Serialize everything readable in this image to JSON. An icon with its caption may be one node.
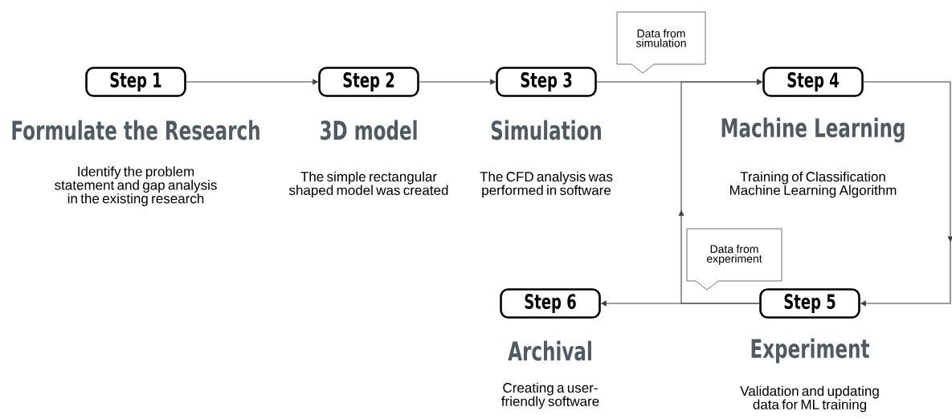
{
  "diagram": {
    "nodes": [
      {
        "text": [
          "Step 1"
        ],
        "beside": [
          "Formulate the Research",
          "Identify the problem statement and gap analysis in the existing research"
        ]
      },
      {
        "text": [
          "Step 2"
        ],
        "beside": [
          "3D model",
          "The simple rectangular shaped model was created"
        ]
      },
      {
        "text": [
          "Step 3"
        ],
        "beside": [
          "Simulation",
          "The CFD analysis was performed in software"
        ]
      },
      {
        "text": [
          "Step 4"
        ],
        "beside": [
          "Machine Learning",
          "Training of Classification Machine Learning Algorithm"
        ]
      },
      {
        "text": [
          "Step 5"
        ],
        "beside": [
          "Experiment",
          "Validation and updating data for ML training"
        ]
      },
      {
        "text": [
          "Step 6"
        ],
        "beside": [
          "Archival",
          "Creating a user-friendly software"
        ]
      },
      {
        "text": [
          "Data from simulation"
        ]
      },
      {
        "text": [
          "Data from experiment"
        ]
      }
    ],
    "edges": [
      {
        "from": 0,
        "to": 1,
        "arrow": "to"
      },
      {
        "from": 1,
        "to": 2,
        "arrow": "to"
      },
      {
        "from": 2,
        "to": 3,
        "arrow": "to"
      },
      {
        "from": 3,
        "to": 4,
        "arrow": "to"
      },
      {
        "from": 4,
        "to": 5,
        "arrow": "to"
      },
      {
        "from": 4,
        "to": 3,
        "arrow": "to"
      }
    ]
  }
}
